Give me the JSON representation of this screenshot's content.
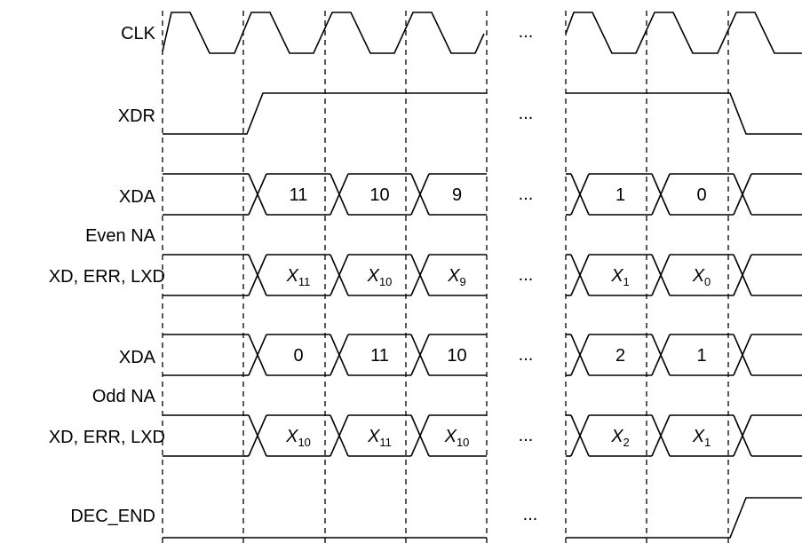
{
  "ellipsis": "...",
  "signals": [
    {
      "label": "CLK",
      "kind": "clock"
    },
    {
      "label": "XDR",
      "kind": "level"
    },
    {
      "label": "XDA",
      "kind": "bus",
      "group": "even",
      "values": [
        {
          "text": "11"
        },
        {
          "text": "10"
        },
        {
          "text": "9"
        },
        {
          "text": "1"
        },
        {
          "text": "0"
        }
      ]
    },
    {
      "label": "Even NA",
      "kind": "group-label"
    },
    {
      "label": "XD, ERR, LXD",
      "kind": "bus",
      "group": "even",
      "values": [
        {
          "text": "X",
          "sub": "11"
        },
        {
          "text": "X",
          "sub": "10"
        },
        {
          "text": "X",
          "sub": "9"
        },
        {
          "text": "X",
          "sub": "1"
        },
        {
          "text": "X",
          "sub": "0"
        }
      ]
    },
    {
      "label": "XDA",
      "kind": "bus",
      "group": "odd",
      "values": [
        {
          "text": "0"
        },
        {
          "text": "11"
        },
        {
          "text": "10"
        },
        {
          "text": "2"
        },
        {
          "text": "1"
        }
      ]
    },
    {
      "label": "Odd NA",
      "kind": "group-label"
    },
    {
      "label": "XD, ERR, LXD",
      "kind": "bus",
      "group": "odd",
      "values": [
        {
          "text": "X",
          "sub": "10"
        },
        {
          "text": "X",
          "sub": "11"
        },
        {
          "text": "X",
          "sub": "10"
        },
        {
          "text": "X",
          "sub": "2"
        },
        {
          "text": "X",
          "sub": "1"
        }
      ]
    },
    {
      "label": "DEC_END",
      "kind": "level"
    }
  ]
}
